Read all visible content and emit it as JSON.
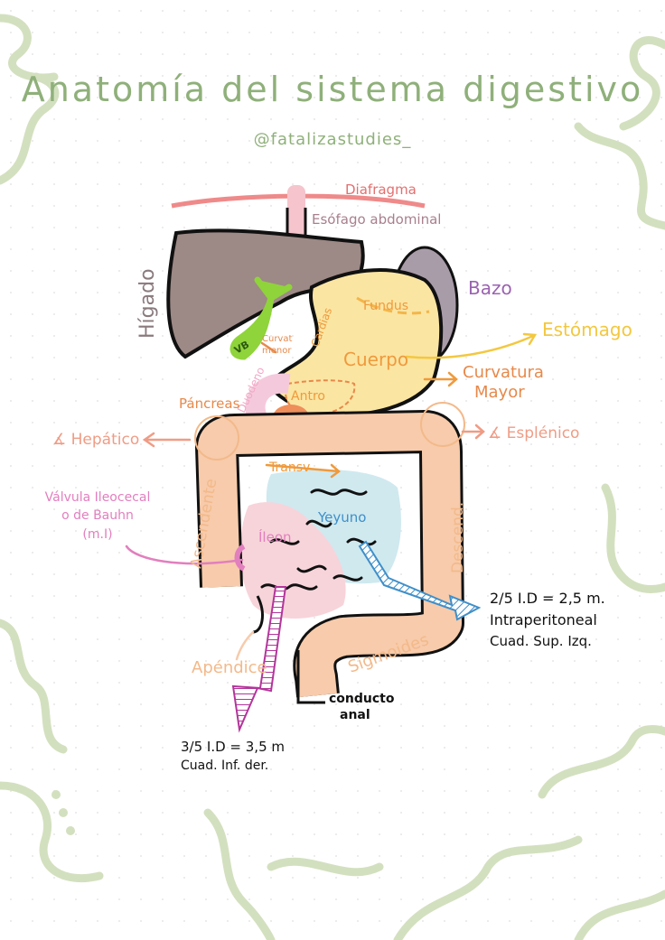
{
  "title": "Anatomía del sistema digestivo",
  "author": "@fatalizastudies_",
  "labels": {
    "diafragma": "Diafragma",
    "esofago": "Esófago abdominal",
    "higado": "Hígado",
    "bazo": "Bazo",
    "fundus": "Fundus",
    "cardias": "Cardias",
    "vb": "VB",
    "curvat_menor_1": "Curvat",
    "curvat_menor_2": "menor",
    "cuerpo": "Cuerpo",
    "estomago": "Estómago",
    "curvatura_mayor_1": "Curvatura",
    "curvatura_mayor_2": "Mayor",
    "duodeno": "Duodeno",
    "antro": "Antro",
    "pancreas": "Páncreas",
    "hepatico": "∡ Hepático",
    "esplenico": "∡ Esplénico",
    "transv": "Transv",
    "ascendente": "Ascendente",
    "descend": "Descend.",
    "valvula_1": "Válvula Ileocecal",
    "valvula_2": "o de Bauhn",
    "valvula_3": "(m.I)",
    "ileon": "Íleon",
    "yeyuno": "Yeyuno",
    "sigmoides": "Sigmoides",
    "apendice": "Apéndice",
    "conducto_1": "conducto",
    "conducto_2": "anal"
  },
  "notes": {
    "yeyuno_1": "2/5 I.D = 2,5 m.",
    "yeyuno_2": "Intraperitoneal",
    "yeyuno_3": "Cuad. Sup. Izq.",
    "ileon_1": "3/5 I.D = 3,5 m",
    "ileon_2": "Cuad. Inf. der."
  },
  "colors": {
    "title": "#8fb07a",
    "squiggle": "#d3e0bf",
    "liver": "#9d8986",
    "spleen": "#a99ca9",
    "stomach": "#fbe5a2",
    "colon": "#f7cbab",
    "jejunum": "#cfe9ef",
    "ileum": "#f7d4da",
    "orange": "#ef9a3c",
    "salmon": "#ef9c85",
    "pink": "#e27fbe",
    "blue": "#3f8fc9",
    "purple": "#9a63b0",
    "magenta": "#b3359b"
  }
}
